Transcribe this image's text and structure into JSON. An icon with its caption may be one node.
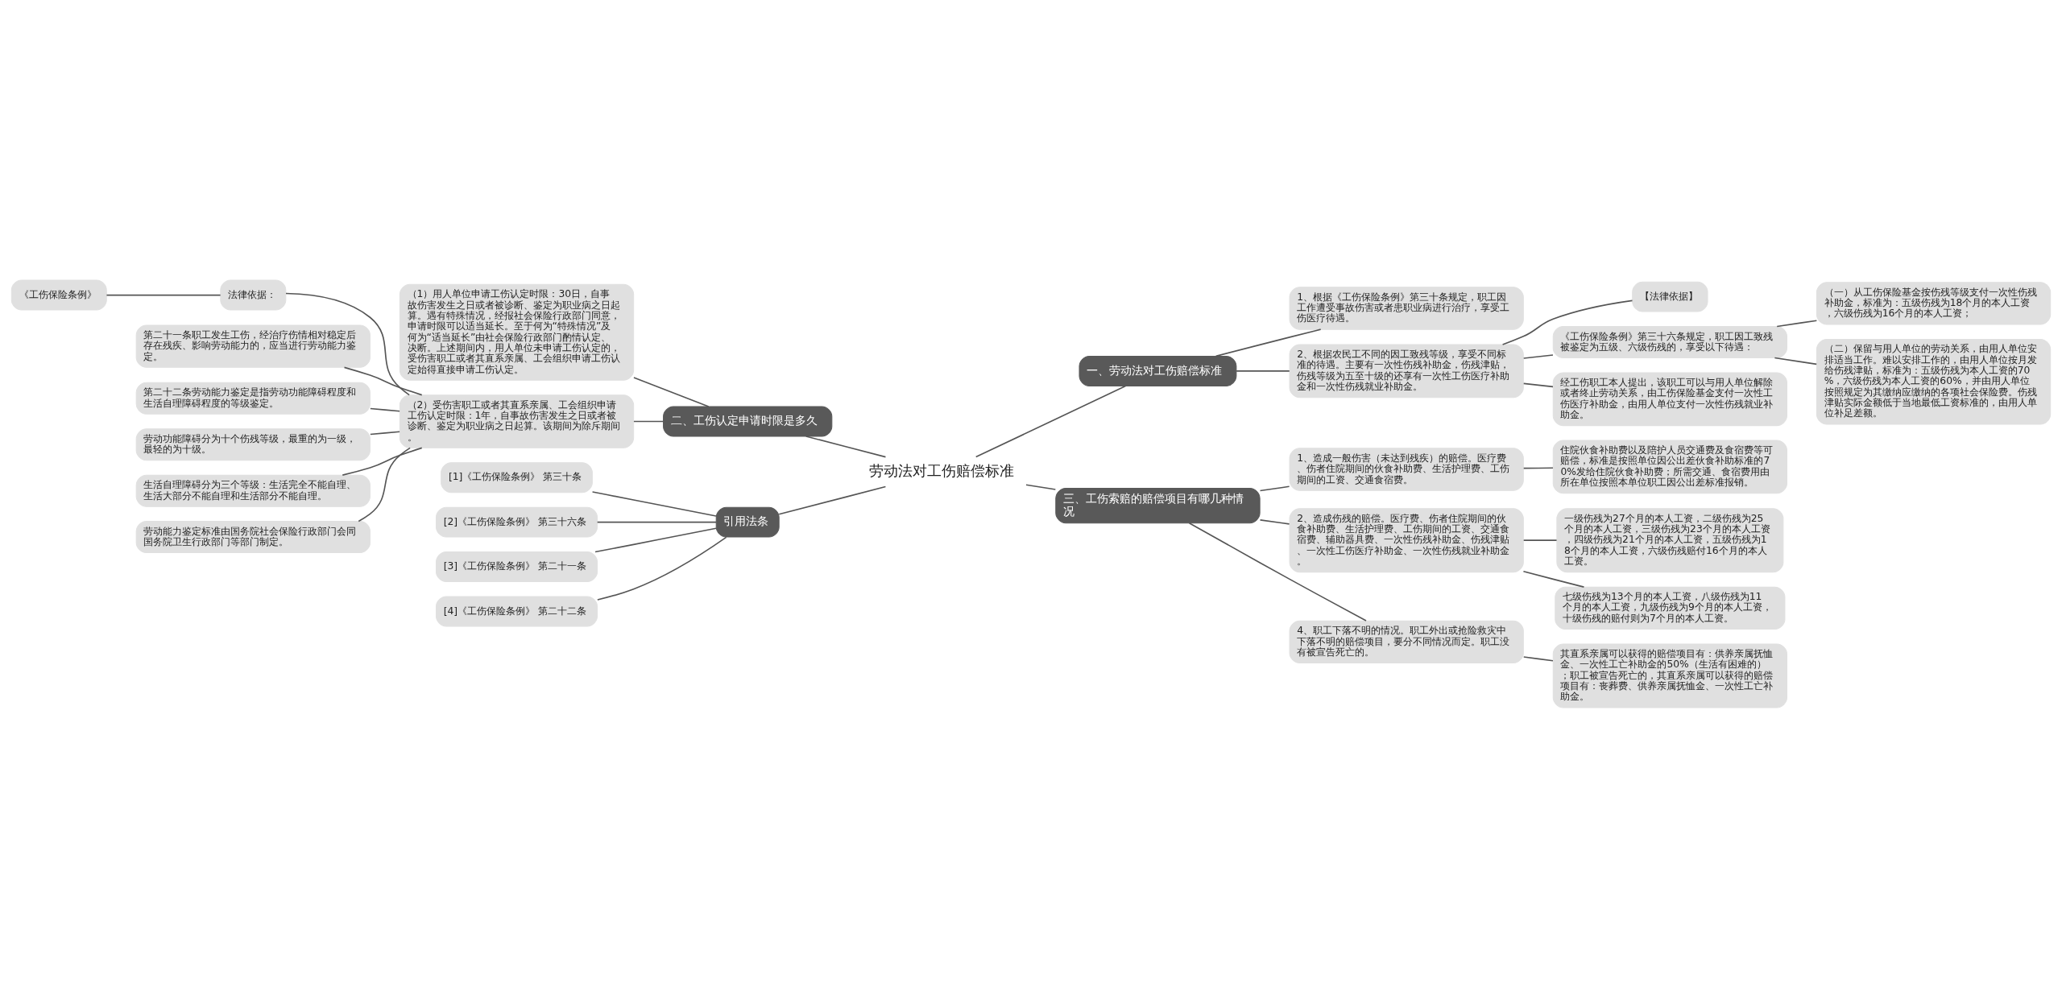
{
  "diagram": {
    "nodes": [
      {
        "text": [
          "劳动法对工伤赔偿标准"
        ]
      },
      {
        "text": [
          "一、劳动法对工伤赔偿标准"
        ]
      },
      {
        "text": [
          "1、根据《工伤保险条例》第三十条规定，职工因工作遭受事故伤害或者患职业病进行治疗，享受工伤医疗待遇。"
        ]
      },
      {
        "text": [
          "2、根据农民工不同的因工致残等级，享受不同标准的待遇。主要有一次性伤残补助金，伤残津贴，伤残等级为五至十级的还享有一次性工伤医疗补助金和一次性伤残就业补助金。"
        ]
      },
      {
        "text": [
          "【法律依据】"
        ]
      },
      {
        "text": [
          "《工伤保险条例》第三十六条规定，职工因工致残被鉴定为五级、六级伤残的，享受以下待遇："
        ]
      },
      {
        "text": [
          "（一）从工伤保险基金按伤残等级支付一次性伤残补助金，标准为：五级伤残为18个月的本人工资，六级伤残为16个月的本人工资；"
        ]
      },
      {
        "text": [
          "（二）保留与用人单位的劳动关系，由用人单位安排适当工作。难以安排工作的，由用人单位按月发给伤残津贴，标准为：五级伤残为本人工资的70%，六级伤残为本人工资的60%，并由用人单位按照规定为其缴纳应缴纳的各项社会保险费。伤残津贴实际金额低于当地最低工资标准的，由用人单位补足差额。"
        ]
      },
      {
        "text": [
          "经工伤职工本人提出，该职工可以与用人单位解除或者终止劳动关系，由工伤保险基金支付一次性工伤医疗补助金，由用人单位支付一次性伤残就业补助金。"
        ]
      },
      {
        "text": [
          "三、工伤索赔的赔偿项目有哪几种情况"
        ]
      },
      {
        "text": [
          "1、造成一般伤害（未达到残疾）的赔偿。医疗费、伤者住院期间的伙食补助费、生活护理费、工伤期间的工资、交通食宿费。"
        ]
      },
      {
        "text": [
          "住院伙食补助费以及陪护人员交通费及食宿费等可赔偿，标准是按照单位因公出差伙食补助标准的70%发给住院伙食补助费；所需交通、食宿费用由所在单位按照本单位职工因公出差标准报销。"
        ]
      },
      {
        "text": [
          "2、造成伤残的赔偿。医疗费、伤者住院期间的伙食补助费、生活护理费、工伤期间的工资、交通食宿费、辅助器具费、一次性伤残补助金、伤残津贴、一次性工伤医疗补助金、一次性伤残就业补助金。"
        ]
      },
      {
        "text": [
          "一级伤残为27个月的本人工资，二级伤残为25个月的本人工资，三级伤残为23个月的本人工资，四级伤残为21个月的本人工资，五级伤残为18个月的本人工资，六级伤残赔付16个月的本人工资。"
        ]
      },
      {
        "text": [
          "七级伤残为13个月的本人工资，八级伤残为11个月的本人工资，九级伤残为9个月的本人工资，十级伤残的赔付则为7个月的本人工资。"
        ]
      },
      {
        "text": [
          "4、职工下落不明的情况。职工外出或抢险救灾中下落不明的赔偿项目，要分不同情况而定。职工没有被宣告死亡的。"
        ]
      },
      {
        "text": [
          "其直系亲属可以获得的赔偿项目有：供养亲属抚恤金、一次性工亡补助金的50%（生活有困难的）；职工被宣告死亡的，其直系亲属可以获得的赔偿项目有：丧葬费、供养亲属抚恤金、一次性工亡补助金。"
        ]
      },
      {
        "text": [
          "二、工伤认定申请时限是多久"
        ]
      },
      {
        "text": [
          "（1）用人单位申请工伤认定时限：30日，自事故伤害发生之日或者被诊断、鉴定为职业病之日起算。遇有特殊情况，经报社会保险行政部门同意，申请时限可以适当延长。至于何为“特殊情况”及何为“适当延长”由社会保险行政部门酌情认定、决断。上述期间内，用人单位未申请工伤认定的，受伤害职工或者其直系亲属、工会组织申请工伤认定始得直接申请工伤认定。"
        ]
      },
      {
        "text": [
          "（2）受伤害职工或者其直系亲属、工会组织申请工伤认定时限：1年，自事故伤害发生之日或者被诊断、鉴定为职业病之日起算。该期间为除斥期间。"
        ]
      },
      {
        "text": [
          "法律依据："
        ]
      },
      {
        "text": [
          "《工伤保险条例》"
        ]
      },
      {
        "text": [
          "第二十一条职工发生工伤，经治疗伤情相对稳定后存在残疾、影响劳动能力的，应当进行劳动能力鉴定。"
        ]
      },
      {
        "text": [
          "第二十二条劳动能力鉴定是指劳动功能障碍程度和生活自理障碍程度的等级鉴定。"
        ]
      },
      {
        "text": [
          "劳动功能障碍分为十个伤残等级，最重的为一级，最轻的为十级。"
        ]
      },
      {
        "text": [
          "生活自理障碍分为三个等级：生活完全不能自理、生活大部分不能自理和生活部分不能自理。"
        ]
      },
      {
        "text": [
          "劳动能力鉴定标准由国务院社会保险行政部门会同国务院卫生行政部门等部门制定。"
        ]
      },
      {
        "text": [
          "引用法条"
        ]
      },
      {
        "text": [
          "[1]《工伤保险条例》 第三十条"
        ]
      },
      {
        "text": [
          "[2]《工伤保险条例》 第三十六条"
        ]
      },
      {
        "text": [
          "[3]《工伤保险条例》 第二十一条"
        ]
      },
      {
        "text": [
          "[4]《工伤保险条例》 第二十二条"
        ]
      }
    ],
    "edges": [
      {
        "from": 0,
        "to": 1,
        "arrow": "none"
      },
      {
        "from": 1,
        "to": 2,
        "arrow": "none"
      },
      {
        "from": 1,
        "to": 3,
        "arrow": "none"
      },
      {
        "from": 3,
        "to": 4,
        "arrow": "none"
      },
      {
        "from": 3,
        "to": 5,
        "arrow": "none"
      },
      {
        "from": 5,
        "to": 6,
        "arrow": "none"
      },
      {
        "from": 5,
        "to": 7,
        "arrow": "none"
      },
      {
        "from": 3,
        "to": 8,
        "arrow": "none"
      },
      {
        "from": 0,
        "to": 9,
        "arrow": "none"
      },
      {
        "from": 9,
        "to": 10,
        "arrow": "none"
      },
      {
        "from": 10,
        "to": 11,
        "arrow": "none"
      },
      {
        "from": 9,
        "to": 12,
        "arrow": "none"
      },
      {
        "from": 12,
        "to": 13,
        "arrow": "none"
      },
      {
        "from": 12,
        "to": 14,
        "arrow": "none"
      },
      {
        "from": 9,
        "to": 15,
        "arrow": "none"
      },
      {
        "from": 15,
        "to": 16,
        "arrow": "none"
      },
      {
        "from": 0,
        "to": 17,
        "arrow": "none"
      },
      {
        "from": 17,
        "to": 18,
        "arrow": "none"
      },
      {
        "from": 17,
        "to": 19,
        "arrow": "none"
      },
      {
        "from": 19,
        "to": 20,
        "arrow": "none"
      },
      {
        "from": 20,
        "to": 21,
        "arrow": "none"
      },
      {
        "from": 19,
        "to": 22,
        "arrow": "none"
      },
      {
        "from": 19,
        "to": 23,
        "arrow": "none"
      },
      {
        "from": 19,
        "to": 24,
        "arrow": "none"
      },
      {
        "from": 19,
        "to": 25,
        "arrow": "none"
      },
      {
        "from": 19,
        "to": 26,
        "arrow": "none"
      },
      {
        "from": 0,
        "to": 27,
        "arrow": "none"
      },
      {
        "from": 27,
        "to": 28,
        "arrow": "none"
      },
      {
        "from": 27,
        "to": 29,
        "arrow": "none"
      },
      {
        "from": 27,
        "to": 30,
        "arrow": "none"
      },
      {
        "from": 27,
        "to": 31,
        "arrow": "none"
      }
    ]
  }
}
